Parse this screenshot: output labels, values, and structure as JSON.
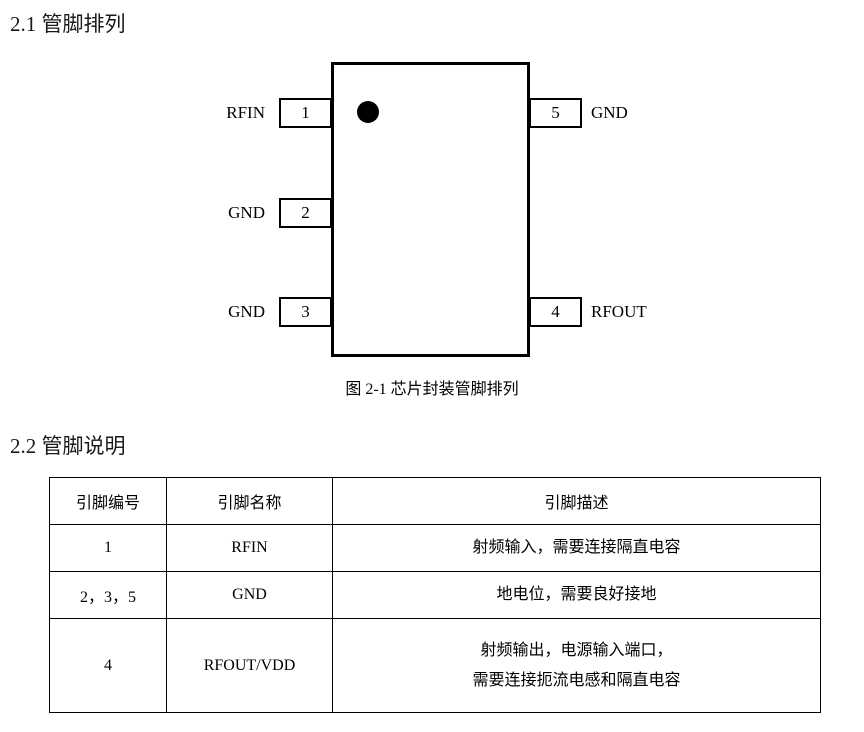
{
  "sections": {
    "pin_arrangement": {
      "heading": "2.1 管脚排列",
      "figure_caption": "图 2-1 芯片封装管脚排列"
    },
    "pin_description": {
      "heading": "2.2 管脚说明"
    }
  },
  "package_diagram": {
    "orientation_dot": "orientation-dot",
    "pins": [
      {
        "number": "1",
        "label": "RFIN",
        "side": "left"
      },
      {
        "number": "2",
        "label": "GND",
        "side": "left"
      },
      {
        "number": "3",
        "label": "GND",
        "side": "left"
      },
      {
        "number": "4",
        "label": "RFOUT",
        "side": "right"
      },
      {
        "number": "5",
        "label": "GND",
        "side": "right"
      }
    ]
  },
  "pin_table": {
    "headers": [
      "引脚编号",
      "引脚名称",
      "引脚描述"
    ],
    "rows": [
      {
        "number": "1",
        "name": "RFIN",
        "description": [
          "射频输入，需要连接隔直电容"
        ]
      },
      {
        "number": "2，3，5",
        "name": "GND",
        "description": [
          "地电位，需要良好接地"
        ]
      },
      {
        "number": "4",
        "name": "RFOUT/VDD",
        "description": [
          "射频输出，电源输入端口，",
          "需要连接扼流电感和隔直电容"
        ]
      }
    ]
  },
  "colors": {
    "text": "#000000",
    "heading": "#1a1a1a",
    "rule": "#000000",
    "page_background": "#ffffff"
  }
}
